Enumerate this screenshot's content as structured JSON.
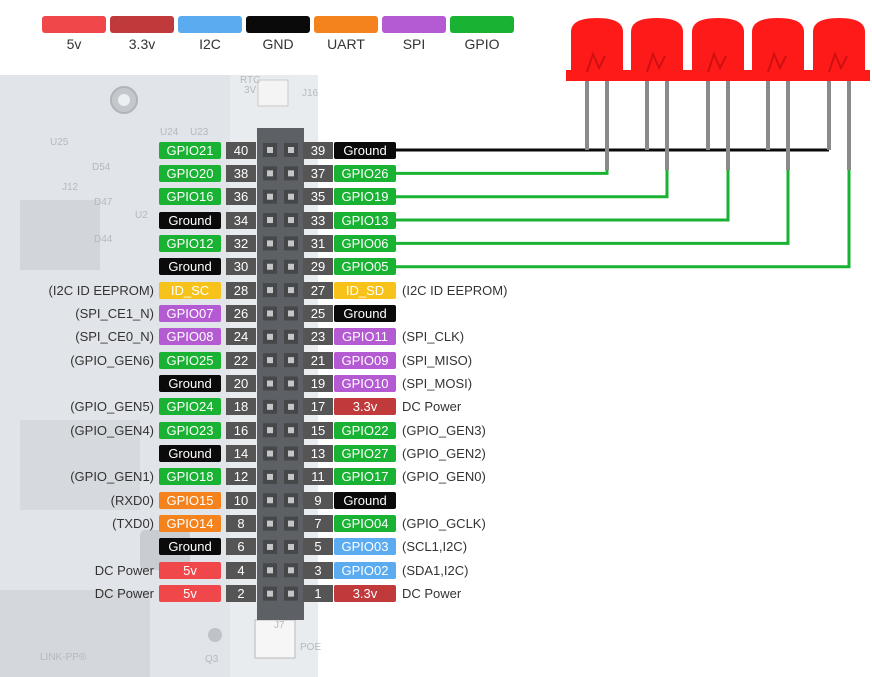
{
  "colors": {
    "v5": "#f0474a",
    "v33": "#c0393b",
    "i2c": "#5aabf0",
    "gnd": "#0a0a0a",
    "uart": "#f4831e",
    "spi": "#b45ad2",
    "gpio": "#19b233",
    "idsc": "#f7c31a",
    "num": "#555555"
  },
  "legend": [
    {
      "label": "5v",
      "color_key": "v5"
    },
    {
      "label": "3.3v",
      "color_key": "v33"
    },
    {
      "label": "I2C",
      "color_key": "i2c"
    },
    {
      "label": "GND",
      "color_key": "gnd"
    },
    {
      "label": "UART",
      "color_key": "uart"
    },
    {
      "label": "SPI",
      "color_key": "spi"
    },
    {
      "label": "GPIO",
      "color_key": "gpio"
    }
  ],
  "board": {
    "silkscreen": [
      "RTC",
      "3V",
      "J16",
      "U24",
      "U23",
      "U25",
      "D54",
      "J12",
      "D47",
      "U2",
      "D44",
      "40",
      "39",
      "2",
      "1",
      "J7",
      "Q3",
      "POE",
      "LINK-PP®"
    ]
  },
  "rows": [
    {
      "ln": "",
      "lt": "GPIO21",
      "lc": "gpio",
      "lnum": "40",
      "rnum": "39",
      "rt": "Ground",
      "rc": "gnd",
      "rn": ""
    },
    {
      "ln": "",
      "lt": "GPIO20",
      "lc": "gpio",
      "lnum": "38",
      "rnum": "37",
      "rt": "GPIO26",
      "rc": "gpio",
      "rn": ""
    },
    {
      "ln": "",
      "lt": "GPIO16",
      "lc": "gpio",
      "lnum": "36",
      "rnum": "35",
      "rt": "GPIO19",
      "rc": "gpio",
      "rn": ""
    },
    {
      "ln": "",
      "lt": "Ground",
      "lc": "gnd",
      "lnum": "34",
      "rnum": "33",
      "rt": "GPIO13",
      "rc": "gpio",
      "rn": ""
    },
    {
      "ln": "",
      "lt": "GPIO12",
      "lc": "gpio",
      "lnum": "32",
      "rnum": "31",
      "rt": "GPIO06",
      "rc": "gpio",
      "rn": ""
    },
    {
      "ln": "",
      "lt": "Ground",
      "lc": "gnd",
      "lnum": "30",
      "rnum": "29",
      "rt": "GPIO05",
      "rc": "gpio",
      "rn": ""
    },
    {
      "ln": "(I2C ID EEPROM)",
      "lt": "ID_SC",
      "lc": "idsc",
      "lnum": "28",
      "rnum": "27",
      "rt": "ID_SD",
      "rc": "idsc",
      "rn": "(I2C ID EEPROM)"
    },
    {
      "ln": "(SPI_CE1_N)",
      "lt": "GPIO07",
      "lc": "spi",
      "lnum": "26",
      "rnum": "25",
      "rt": "Ground",
      "rc": "gnd",
      "rn": ""
    },
    {
      "ln": "(SPI_CE0_N)",
      "lt": "GPIO08",
      "lc": "spi",
      "lnum": "24",
      "rnum": "23",
      "rt": "GPIO11",
      "rc": "spi",
      "rn": "(SPI_CLK)"
    },
    {
      "ln": "(GPIO_GEN6)",
      "lt": "GPIO25",
      "lc": "gpio",
      "lnum": "22",
      "rnum": "21",
      "rt": "GPIO09",
      "rc": "spi",
      "rn": "(SPI_MISO)"
    },
    {
      "ln": "",
      "lt": "Ground",
      "lc": "gnd",
      "lnum": "20",
      "rnum": "19",
      "rt": "GPIO10",
      "rc": "spi",
      "rn": "(SPI_MOSI)"
    },
    {
      "ln": "(GPIO_GEN5)",
      "lt": "GPIO24",
      "lc": "gpio",
      "lnum": "18",
      "rnum": "17",
      "rt": "3.3v",
      "rc": "v33",
      "rn": "DC Power"
    },
    {
      "ln": "(GPIO_GEN4)",
      "lt": "GPIO23",
      "lc": "gpio",
      "lnum": "16",
      "rnum": "15",
      "rt": "GPIO22",
      "rc": "gpio",
      "rn": "(GPIO_GEN3)"
    },
    {
      "ln": "",
      "lt": "Ground",
      "lc": "gnd",
      "lnum": "14",
      "rnum": "13",
      "rt": "GPIO27",
      "rc": "gpio",
      "rn": "(GPIO_GEN2)"
    },
    {
      "ln": "(GPIO_GEN1)",
      "lt": "GPIO18",
      "lc": "gpio",
      "lnum": "12",
      "rnum": "11",
      "rt": "GPIO17",
      "rc": "gpio",
      "rn": "(GPIO_GEN0)"
    },
    {
      "ln": "(RXD0)",
      "lt": "GPIO15",
      "lc": "uart",
      "lnum": "10",
      "rnum": "9",
      "rt": "Ground",
      "rc": "gnd",
      "rn": ""
    },
    {
      "ln": "(TXD0)",
      "lt": "GPIO14",
      "lc": "uart",
      "lnum": "8",
      "rnum": "7",
      "rt": "GPIO04",
      "rc": "gpio",
      "rn": "(GPIO_GCLK)"
    },
    {
      "ln": "",
      "lt": "Ground",
      "lc": "gnd",
      "lnum": "6",
      "rnum": "5",
      "rt": "GPIO03",
      "rc": "i2c",
      "rn": "(SCL1,I2C)"
    },
    {
      "ln": "DC Power",
      "lt": "5v",
      "lc": "v5",
      "lnum": "4",
      "rnum": "3",
      "rt": "GPIO02",
      "rc": "i2c",
      "rn": "(SDA1,I2C)"
    },
    {
      "ln": "DC Power",
      "lt": "5v",
      "lc": "v5",
      "lnum": "2",
      "rnum": "1",
      "rt": "3.3v",
      "rc": "v33",
      "rn": "DC Power"
    }
  ],
  "leds": {
    "count": 5,
    "body_color": "#ff1a1a",
    "wire_connections": [
      {
        "from_pin": "39",
        "to": "all-led-cathodes",
        "wire_color": "gnd"
      },
      {
        "from_pin": "37",
        "to_led": 1,
        "wire_color": "gpio"
      },
      {
        "from_pin": "35",
        "to_led": 2,
        "wire_color": "gpio"
      },
      {
        "from_pin": "33",
        "to_led": 3,
        "wire_color": "gpio"
      },
      {
        "from_pin": "31",
        "to_led": 4,
        "wire_color": "gpio"
      },
      {
        "from_pin": "29",
        "to_led": 5,
        "wire_color": "gpio"
      }
    ]
  }
}
